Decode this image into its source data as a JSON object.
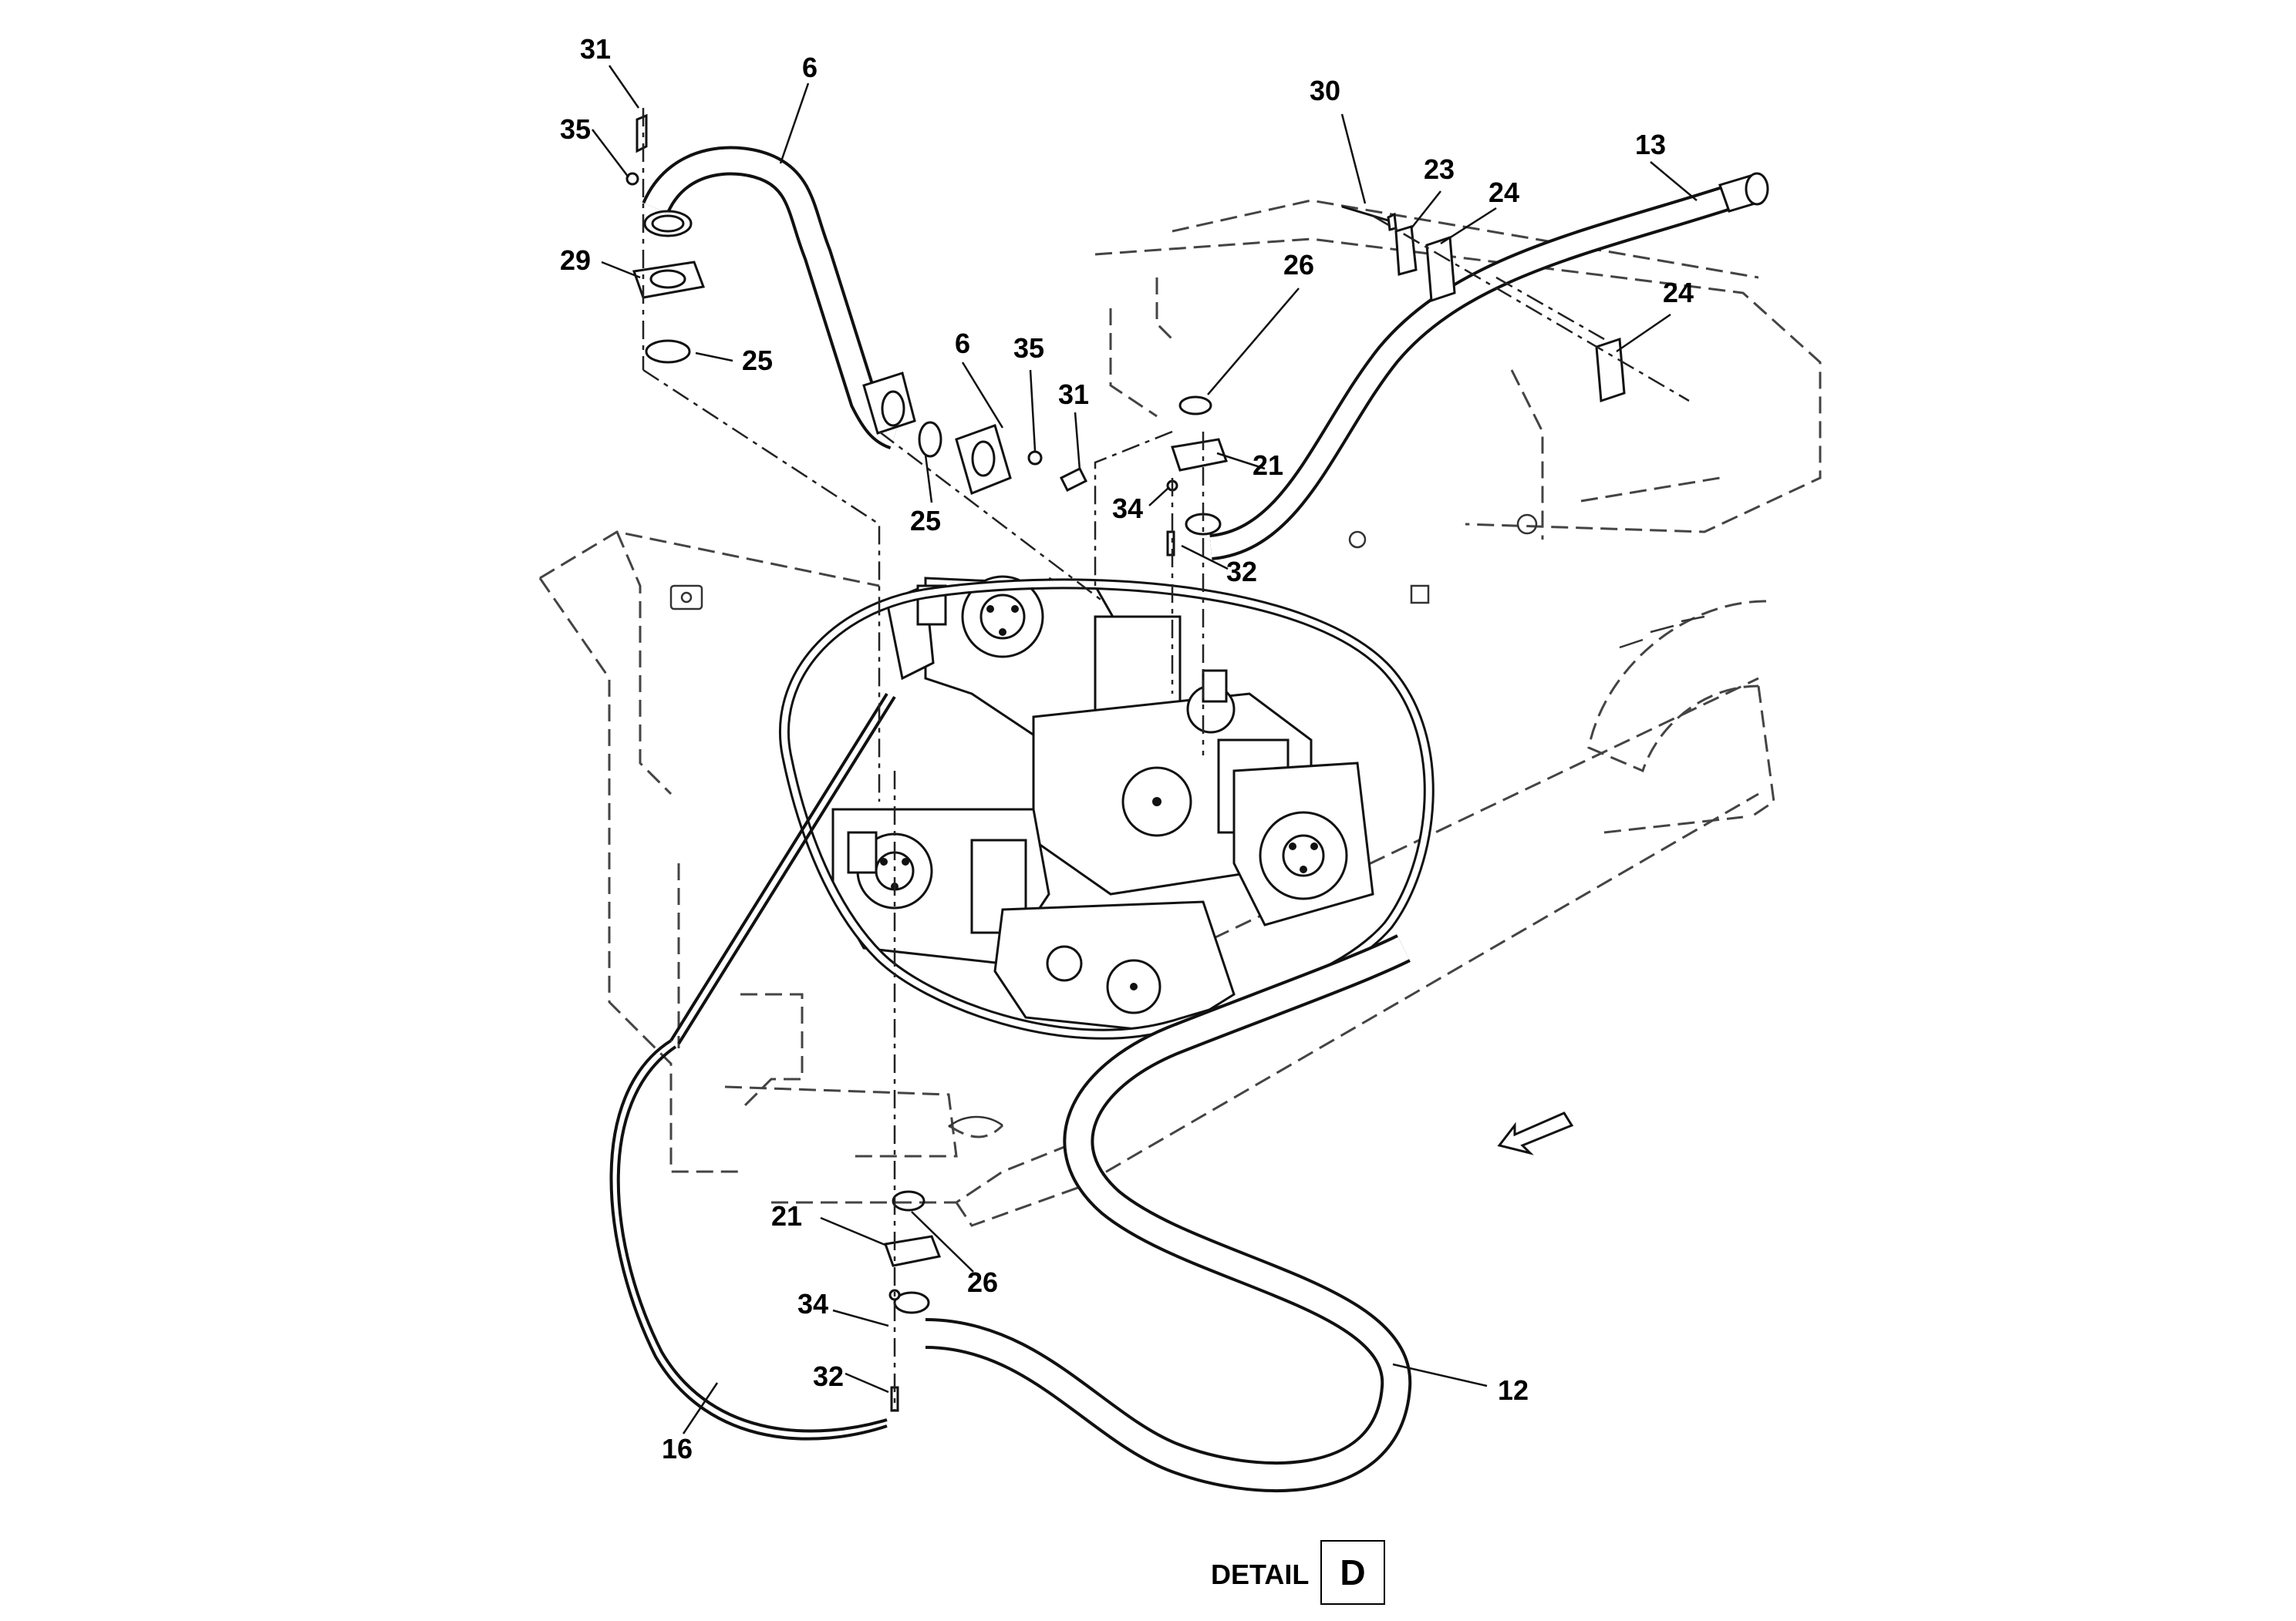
{
  "figure": {
    "detail_label": "DETAIL",
    "detail_letter": "D"
  },
  "callouts": [
    {
      "id": "c31a",
      "text": "31"
    },
    {
      "id": "c6a",
      "text": "6"
    },
    {
      "id": "c35a",
      "text": "35"
    },
    {
      "id": "c29",
      "text": "29"
    },
    {
      "id": "c25a",
      "text": "25"
    },
    {
      "id": "c6b",
      "text": "6"
    },
    {
      "id": "c35b",
      "text": "35"
    },
    {
      "id": "c31b",
      "text": "31"
    },
    {
      "id": "c25b",
      "text": "25"
    },
    {
      "id": "c30",
      "text": "30"
    },
    {
      "id": "c23",
      "text": "23"
    },
    {
      "id": "c24a",
      "text": "24"
    },
    {
      "id": "c13",
      "text": "13"
    },
    {
      "id": "c24b",
      "text": "24"
    },
    {
      "id": "c26a",
      "text": "26"
    },
    {
      "id": "c21a",
      "text": "21"
    },
    {
      "id": "c34a",
      "text": "34"
    },
    {
      "id": "c32a",
      "text": "32"
    },
    {
      "id": "c21b",
      "text": "21"
    },
    {
      "id": "c26b",
      "text": "26"
    },
    {
      "id": "c34b",
      "text": "34"
    },
    {
      "id": "c32b",
      "text": "32"
    },
    {
      "id": "c16",
      "text": "16"
    },
    {
      "id": "c12",
      "text": "12"
    }
  ]
}
